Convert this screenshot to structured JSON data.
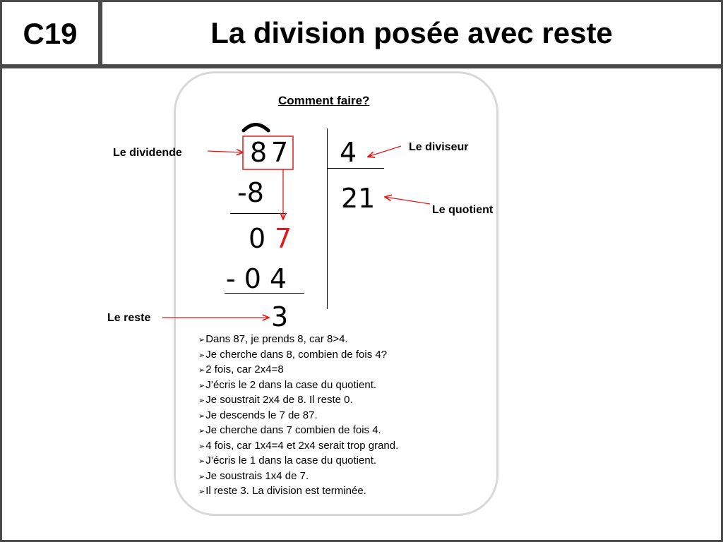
{
  "header": {
    "code": "C19",
    "title": "La division posée avec reste"
  },
  "card": {
    "subtitle": "Comment faire?",
    "division": {
      "dividend_first_digit": "8",
      "dividend_second_digit": "7",
      "minus_first": "-8",
      "remainder_first": "0",
      "brought_down": "7",
      "minus_second": "- 0 4",
      "remainder": "3",
      "divisor": "4",
      "quotient": "21"
    },
    "labels": {
      "dividende": "Le dividende",
      "diviseur": "Le diviseur",
      "quotient": "Le quotient",
      "reste": "Le reste"
    },
    "steps": [
      "Dans 87, je prends 8, car 8>4.",
      "Je cherche dans 8, combien de fois 4?",
      "2 fois, car 2x4=8",
      "J’écris le 2 dans la case du quotient.",
      "Je soustrait 2x4 de 8. Il reste 0.",
      "Je descends le 7 de 87.",
      "Je cherche dans 7 combien de fois 4.",
      "4 fois, car 1x4=4 et 2x4 serait trop grand.",
      "J’écris le 1 dans la case du quotient.",
      "Je soustrais 1x4 de 7.",
      "Il reste 3. La division est terminée."
    ]
  },
  "colors": {
    "frame": "#4a4a4a",
    "card_border": "#d8d8d8",
    "accent_red": "#e21a1a"
  },
  "icons": {
    "bullet": "➢"
  }
}
